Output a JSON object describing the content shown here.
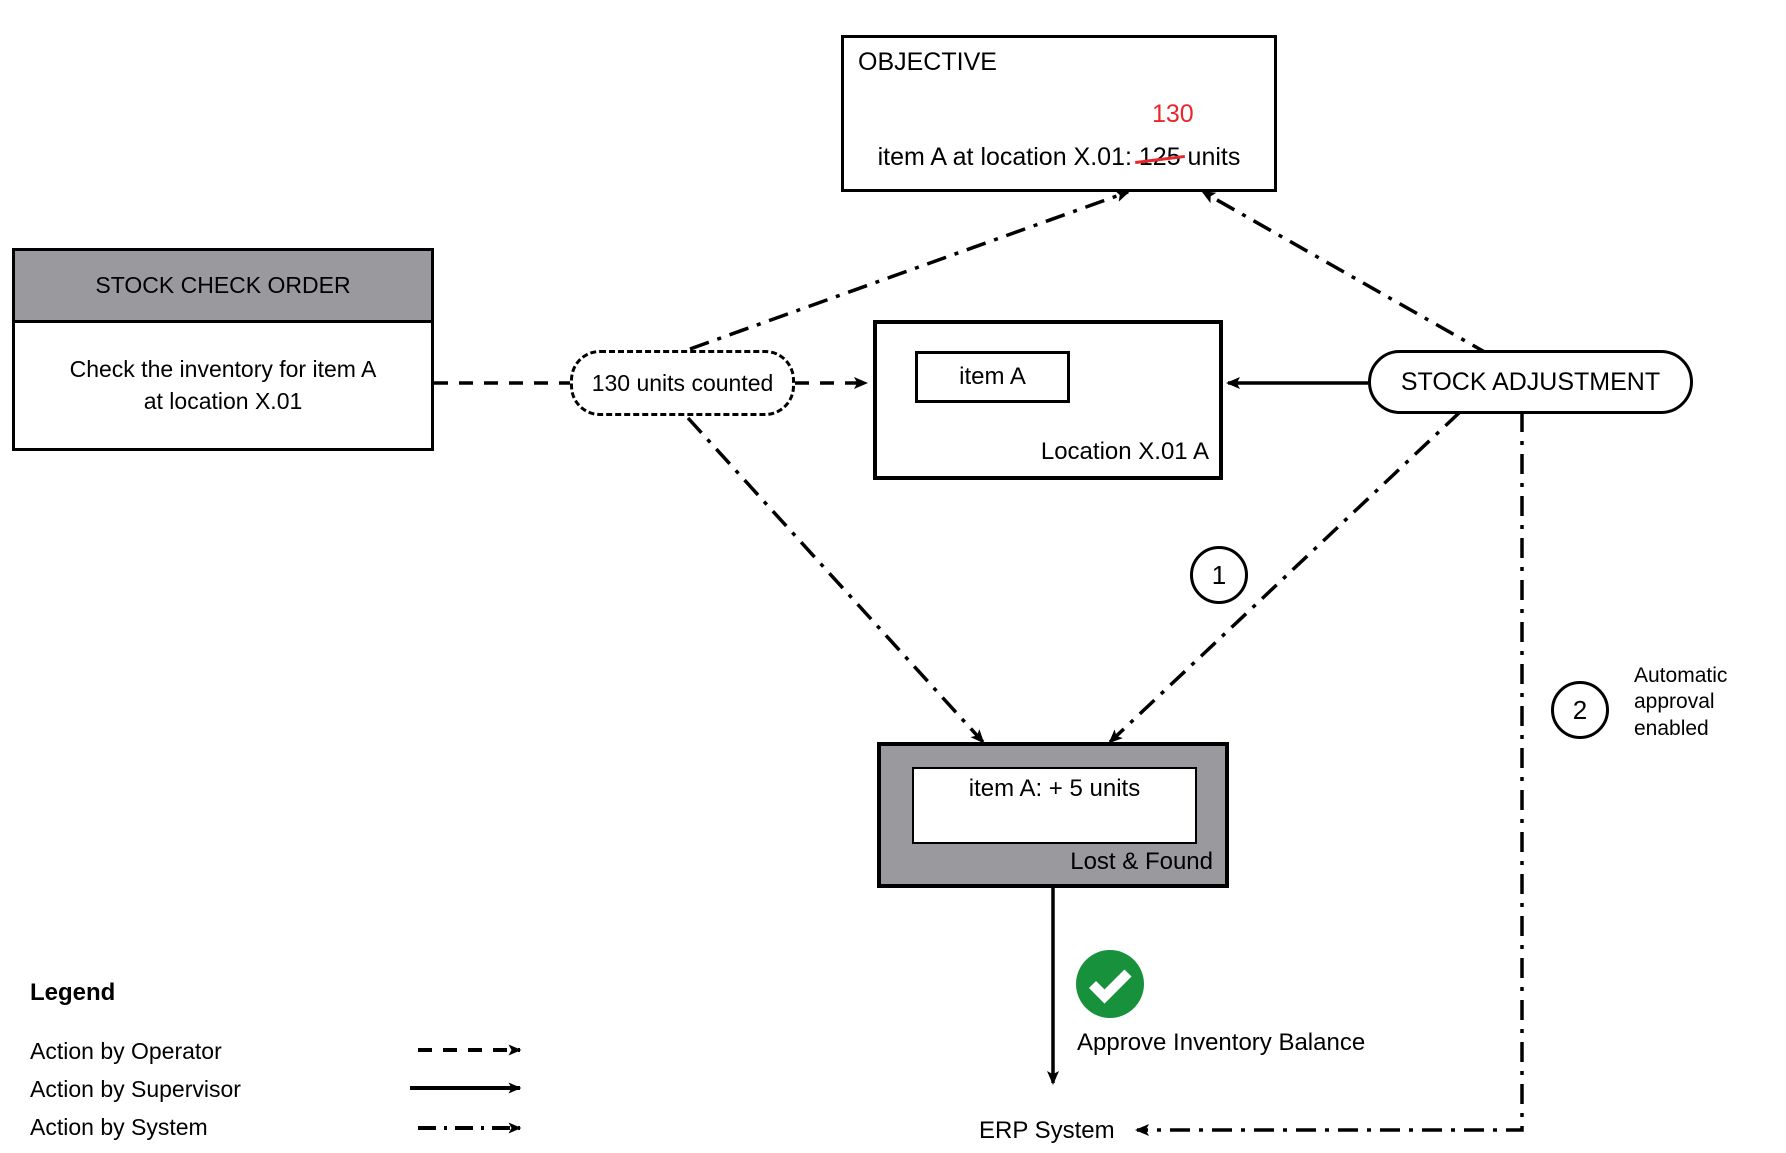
{
  "diagram": {
    "title": "Stock check and inventory adjustment flow",
    "colors": {
      "gray_fill": "#9a9a9e",
      "correction_red": "#e8262b",
      "approve_green": "#17913c",
      "line_black": "#000000"
    },
    "objective": {
      "title": "OBJECTIVE",
      "statement_prefix": "item A at location X.01: ",
      "old_value": "125",
      "statement_suffix": " units",
      "corrected_value": "130"
    },
    "stock_check_order": {
      "header": "STOCK CHECK ORDER",
      "body_line1": "Check the inventory for item A",
      "body_line2": "at location X.01"
    },
    "counted_cloud": {
      "label": "130 units counted"
    },
    "location_box": {
      "item_label": "item A",
      "location_label": "Location X.01 A"
    },
    "stock_adjustment": {
      "label": "STOCK ADJUSTMENT"
    },
    "lost_found": {
      "item_line": "item A: + 5 units",
      "label": "Lost & Found"
    },
    "markers": {
      "one": "1",
      "two": "2"
    },
    "annotations": {
      "automatic_approval_line1": "Automatic",
      "automatic_approval_line2": "approval",
      "automatic_approval_line3": "enabled",
      "approve_inventory_balance": "Approve Inventory Balance",
      "erp_system": "ERP System"
    },
    "legend": {
      "title": "Legend",
      "items": [
        {
          "label": "Action by Operator",
          "style": "dashed-arrow"
        },
        {
          "label": "Action by Supervisor",
          "style": "solid-arrow"
        },
        {
          "label": "Action by System",
          "style": "dash-dot-arrow"
        }
      ]
    },
    "icons": {
      "check": "check-circle-icon"
    }
  }
}
